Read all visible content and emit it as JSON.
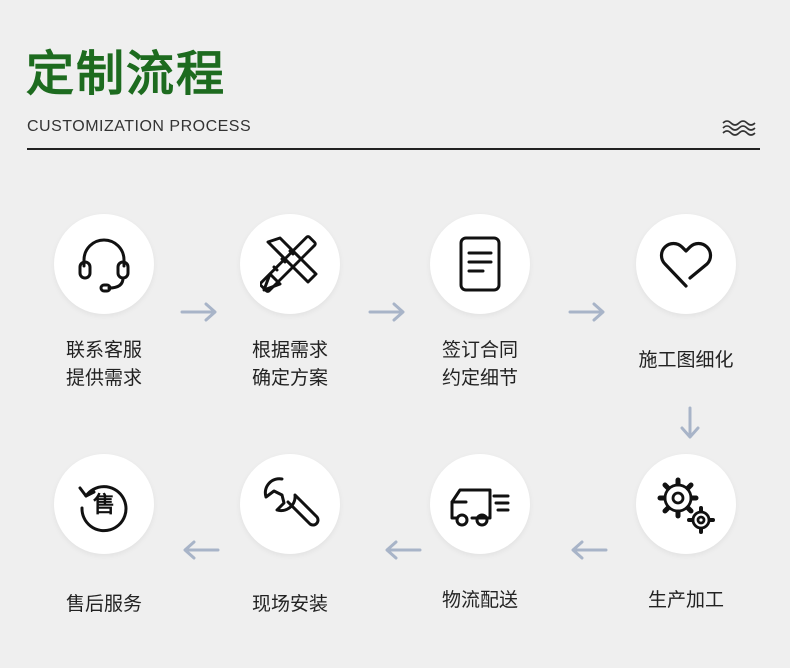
{
  "header": {
    "title": "定制流程",
    "subtitle": "CUSTOMIZATION PROCESS",
    "title_color": "#1d6b1f"
  },
  "steps": [
    {
      "icon": "headset-icon",
      "line1": "联系客服",
      "line2": "提供需求"
    },
    {
      "icon": "pencil-ruler-icon",
      "line1": "根据需求",
      "line2": "确定方案"
    },
    {
      "icon": "document-icon",
      "line1": "签订合同",
      "line2": "约定细节"
    },
    {
      "icon": "heart-icon",
      "line1": "施工图细化",
      "line2": ""
    },
    {
      "icon": "gears-icon",
      "line1": "生产加工",
      "line2": ""
    },
    {
      "icon": "delivery-truck-icon",
      "line1": "物流配送",
      "line2": ""
    },
    {
      "icon": "wrench-icon",
      "line1": "现场安装",
      "line2": ""
    },
    {
      "icon": "after-sales-icon",
      "line1": "售后服务",
      "line2": "",
      "badge": "售"
    }
  ],
  "arrow_color": "#a8b4c8"
}
